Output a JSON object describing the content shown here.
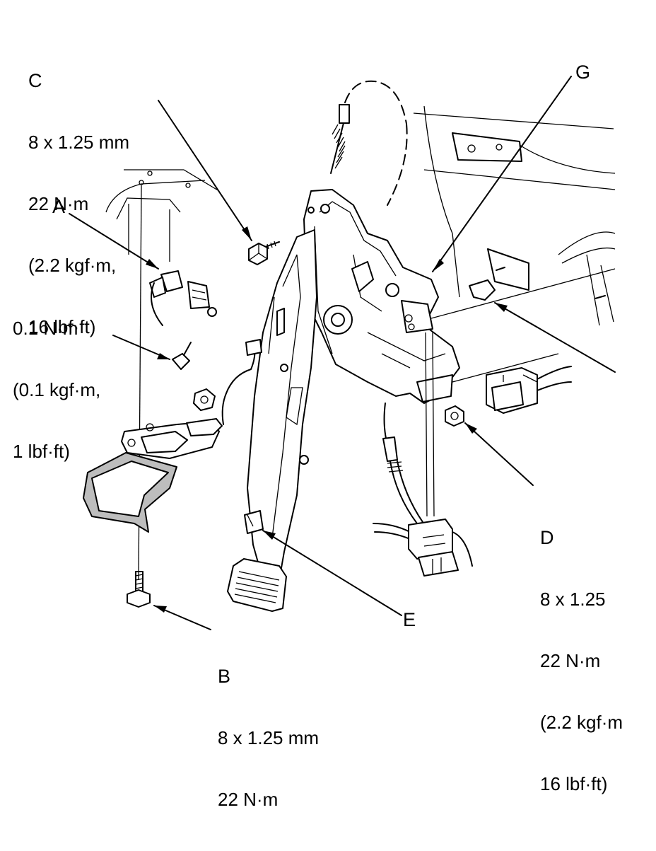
{
  "labels": {
    "C": {
      "letter": "C",
      "lines": [
        "8 x 1.25 mm",
        "22 N·m",
        "(2.2 kgf·m,",
        "16 lbf·ft)"
      ]
    },
    "G": {
      "letter": "G"
    },
    "A": {
      "letter": "A"
    },
    "A_torque": {
      "lines": [
        "0.1 N·m",
        "(0.1 kgf·m,",
        "1 lbf·ft)"
      ]
    },
    "D": {
      "letter": "D",
      "lines": [
        "8 x 1.25",
        "22 N·m",
        "(2.2 kgf·m",
        "16 lbf·ft)"
      ]
    },
    "E": {
      "letter": "E"
    },
    "B": {
      "letter": "B",
      "lines": [
        "8 x 1.25 mm",
        "22 N·m"
      ]
    }
  }
}
